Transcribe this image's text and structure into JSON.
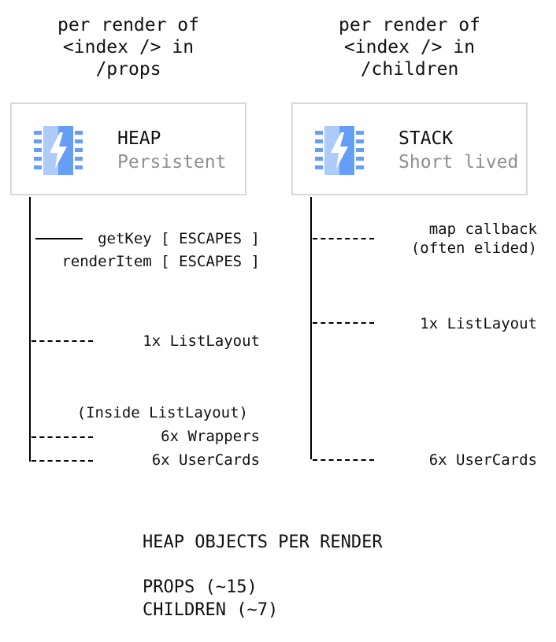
{
  "columns": [
    {
      "title_lines": [
        "per render of",
        "<index /> in",
        "/props"
      ],
      "box": {
        "name": "HEAP",
        "sub": "Persistent",
        "icon": "memory-chip-bolt-icon"
      },
      "entries": [
        {
          "text": "getKey [ ESCAPES ]",
          "line": "solid"
        },
        {
          "text": "renderItem [ ESCAPES ]",
          "line": "none"
        },
        {
          "text": "1x ListLayout",
          "line": "dashed"
        },
        {
          "text": "(Inside ListLayout)",
          "line": "none"
        },
        {
          "text": "6x Wrappers",
          "line": "dashed"
        },
        {
          "text": "6x UserCards",
          "line": "dashed"
        }
      ]
    },
    {
      "title_lines": [
        "per render of",
        "<index /> in",
        "/children"
      ],
      "box": {
        "name": "STACK",
        "sub": "Short lived",
        "icon": "memory-chip-bolt-icon"
      },
      "entries": [
        {
          "text": "map callback",
          "line": "dashed"
        },
        {
          "text": "(often elided)",
          "line": "none"
        },
        {
          "text": "1x ListLayout",
          "line": "dashed"
        },
        {
          "text": "6x UserCards",
          "line": "dashed"
        }
      ]
    }
  ],
  "summary": {
    "heading": "HEAP OBJECTS PER RENDER",
    "lines": [
      "PROPS (~15)",
      "CHILDREN (~7)"
    ]
  },
  "colors": {
    "chip_light": "#aecbfa",
    "chip_dark": "#669df6",
    "box_border": "#d9d9d9",
    "subtext": "#8f8f8f"
  }
}
